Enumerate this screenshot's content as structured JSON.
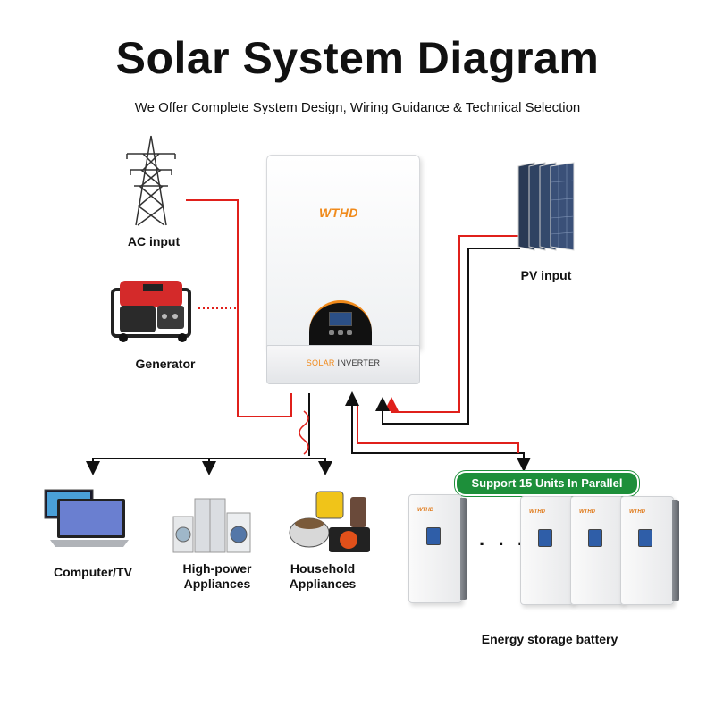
{
  "title": "Solar System Diagram",
  "subtitle": "We Offer Complete System Design, Wiring Guidance & Technical Selection",
  "inputs": {
    "ac_input": "AC input",
    "generator": "Generator",
    "pv_input": "PV input"
  },
  "inverter": {
    "logo": "WTHD",
    "label_part1": "SOLAR",
    "label_part2": " INVERTER"
  },
  "loads": {
    "computer_tv": "Computer/TV",
    "high_power_line1": "High-power",
    "high_power_line2": "Appliances",
    "household_line1": "Household",
    "household_line2": "Appliances"
  },
  "battery": {
    "parallel_badge": "Support 15 Units In Parallel",
    "ellipsis": "· · ·",
    "label": "Energy storage battery",
    "logo": "WTHD"
  },
  "colors": {
    "wire_red": "#e0201b",
    "wire_black": "#111111",
    "accent_orange": "#f08a1b",
    "badge_green": "#1d8f3a"
  }
}
